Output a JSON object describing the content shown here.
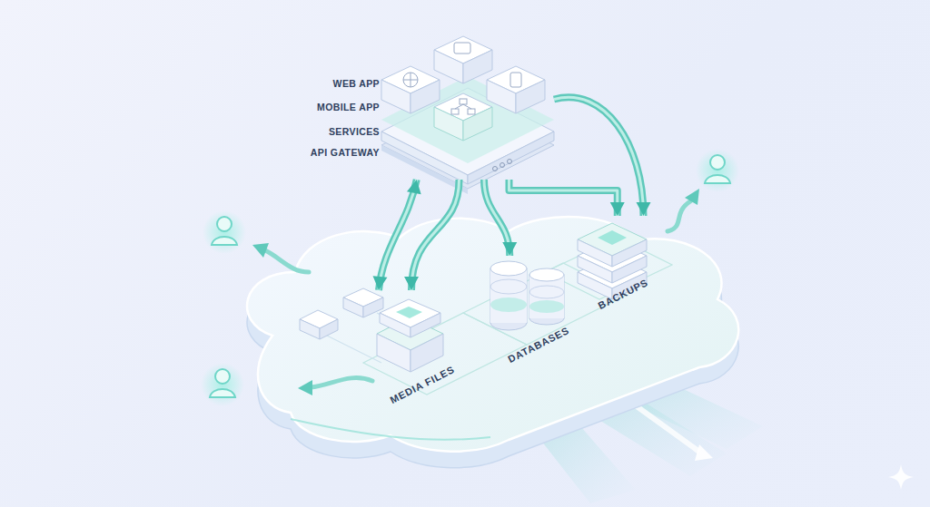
{
  "diagram": {
    "nodes": [
      {
        "text": [
          "WEB APP",
          "MOBILE APP",
          "SERVICES",
          "API GATEWAY"
        ]
      },
      {
        "text": [
          "MEDIA FILES"
        ]
      },
      {
        "text": [
          "DATABASES"
        ]
      },
      {
        "text": [
          "BACKUPS"
        ]
      }
    ],
    "edges": [
      {
        "from": 0,
        "to": 1,
        "arrow": "to"
      },
      {
        "from": 0,
        "to": 2,
        "arrow": "to"
      },
      {
        "from": 0,
        "to": 3,
        "arrow": "to"
      },
      {
        "from": 0,
        "to": 1,
        "arrow": "both"
      },
      {
        "from": 0,
        "to": 3,
        "arrow": "to"
      }
    ]
  }
}
